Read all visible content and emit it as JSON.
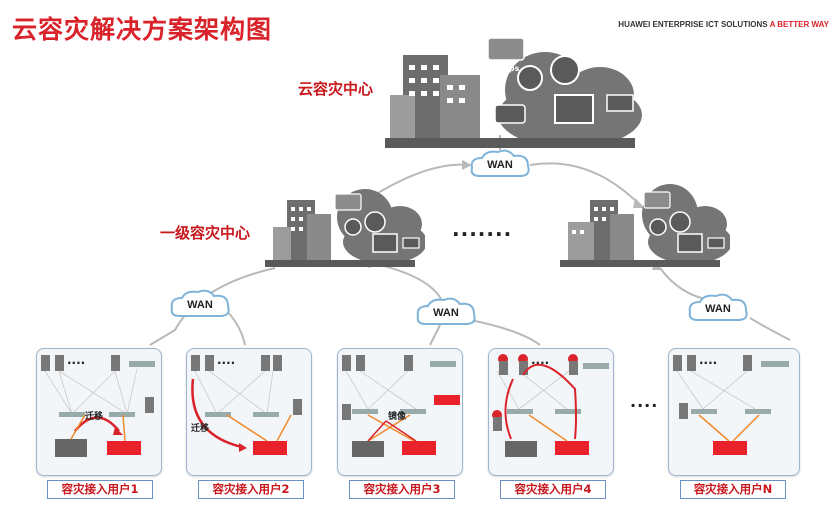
{
  "slide": {
    "title": "云容灾解决方案架构图",
    "brand_prefix": "HUAWEI ENTERPRISE ICT SOLUTIONS",
    "brand_accent": "A BETTER WAY",
    "accent_color": "#d9222a"
  },
  "centers": {
    "cloud_center_label": "云容灾中心",
    "level1_center_label": "一级容灾中心",
    "apps_label": "Apps",
    "middle_dots": "·······"
  },
  "wan": {
    "top": "WAN",
    "left": "WAN",
    "middle": "WAN",
    "right": "WAN"
  },
  "users": {
    "u1": {
      "label": "容灾接入用户1",
      "note": "迁移"
    },
    "u2": {
      "label": "容灾接入用户2",
      "note": "迁移"
    },
    "u3": {
      "label": "容灾接入用户3",
      "note": "镜像"
    },
    "u4": {
      "label": "容灾接入用户4"
    },
    "uN": {
      "label": "容灾接入用户N"
    },
    "gap_dots": "····",
    "server_dots": "····"
  },
  "icons": [
    "building-icon",
    "cloud-icon",
    "apps-icon",
    "phone-icon",
    "globe-icon",
    "camera-icon",
    "computer-icon",
    "mail-icon",
    "server-icon",
    "switch-icon",
    "storage-icon",
    "firewall-icon",
    "gear-icon"
  ]
}
